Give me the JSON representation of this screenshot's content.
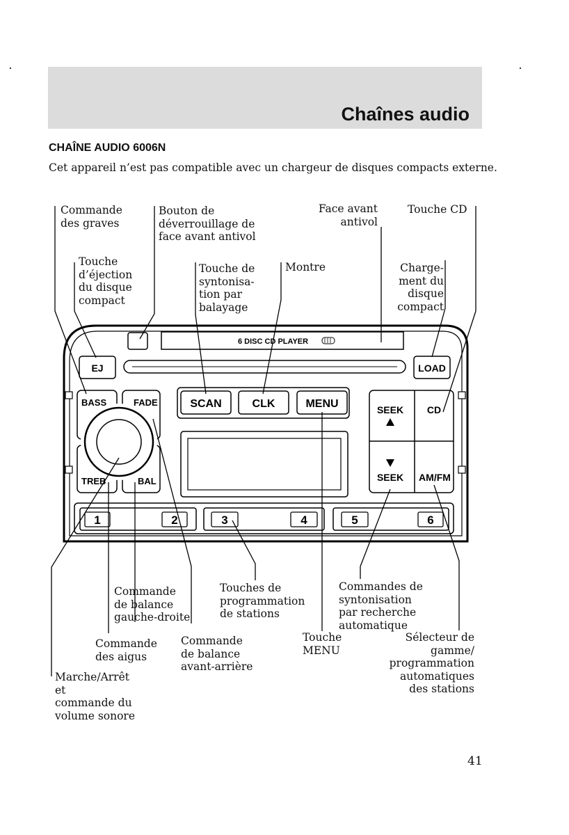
{
  "header": {
    "title": "Chaînes audio"
  },
  "section": {
    "title": "CHAÎNE AUDIO 6006N",
    "intro": "Cet appareil n’est pas compatible avec un chargeur de disques compacts externe."
  },
  "radio": {
    "display_text": "6  DISC CD PLAYER",
    "buttons": {
      "ej": "EJ",
      "load": "LOAD",
      "bass": "BASS",
      "fade": "FADE",
      "treb": "TREB",
      "bal": "BAL",
      "scan": "SCAN",
      "clk": "CLK",
      "menu": "MENU",
      "seek_up": "SEEK",
      "seek_down": "SEEK",
      "cd": "CD",
      "amfm": "AM/FM",
      "preset_1": "1",
      "preset_2": "2",
      "preset_3": "3",
      "preset_4": "4",
      "preset_5": "5",
      "preset_6": "6"
    }
  },
  "callouts": {
    "bass": "Commande\ndes graves",
    "unlock": "Bouton de\ndéverrouillage de\nface avant antivol",
    "faceplate": "Face avant\nantivol",
    "cd_key": "Touche CD",
    "eject": "Touche\nd’éjection\ndu disque\ncompact",
    "scan": "Touche de\nsyntonisa-\ntion par\nbalayage",
    "clock": "Montre",
    "load": "Charge-\nment du\ndisque\ncompact",
    "balance_lr": "Commande\nde balance\ngauche-droite",
    "presets": "Touches de\nprogrammation\nde stations",
    "seek": "Commandes de\nsyntonisation\npar recherche\nautomatique",
    "treble": "Commande\ndes aigus",
    "balance_fr": "Commande\nde balance\navant-arrière",
    "menu_key": "Touche\nMENU",
    "band_select": "Sélecteur de\ngamme/\nprogrammation\nautomatiques\ndes stations",
    "power": "Marche/Arrêt\net\ncommande du\nvolume sonore"
  },
  "page_number": "41"
}
